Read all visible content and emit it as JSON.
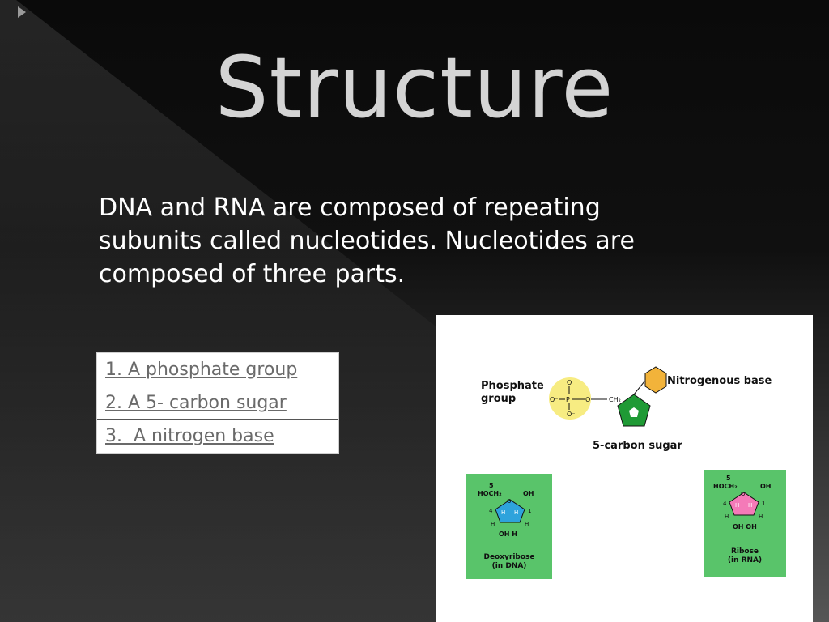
{
  "slide": {
    "title": "Structure",
    "body": "DNA and RNA are composed of repeating subunits called nucleotides. Nucleotides are composed of three parts."
  },
  "list": {
    "items": [
      {
        "label": "1. A phosphate group"
      },
      {
        "label": "2. A 5- carbon sugar"
      },
      {
        "label": "3.  A nitrogen base"
      }
    ]
  },
  "figure": {
    "phosphate_label_1": "Phosphate",
    "phosphate_label_2": "group",
    "nitrogenous_label": "Nitrogenous  base",
    "sugar_label": "5-carbon sugar",
    "ch2": "CH₂",
    "deoxy": {
      "top_num": "5",
      "hoch2": "HOCH₂",
      "oh_top": "OH",
      "bottom": "OH  H",
      "caption_1": "Deoxyribose",
      "caption_2": "(in DNA)"
    },
    "ribose": {
      "top_num": "5",
      "hoch2": "HOCH₂",
      "oh_top": "OH",
      "bottom": "OH  OH",
      "caption_1": "Ribose",
      "caption_2": "(in RNA)"
    },
    "colors": {
      "phosphate": "#f7ec82",
      "base": "#f2b33a",
      "sugar": "#1f9a35",
      "deoxy_ring": "#2ea3dc",
      "ribose_ring": "#f47ab8",
      "box": "#59c46a"
    }
  }
}
